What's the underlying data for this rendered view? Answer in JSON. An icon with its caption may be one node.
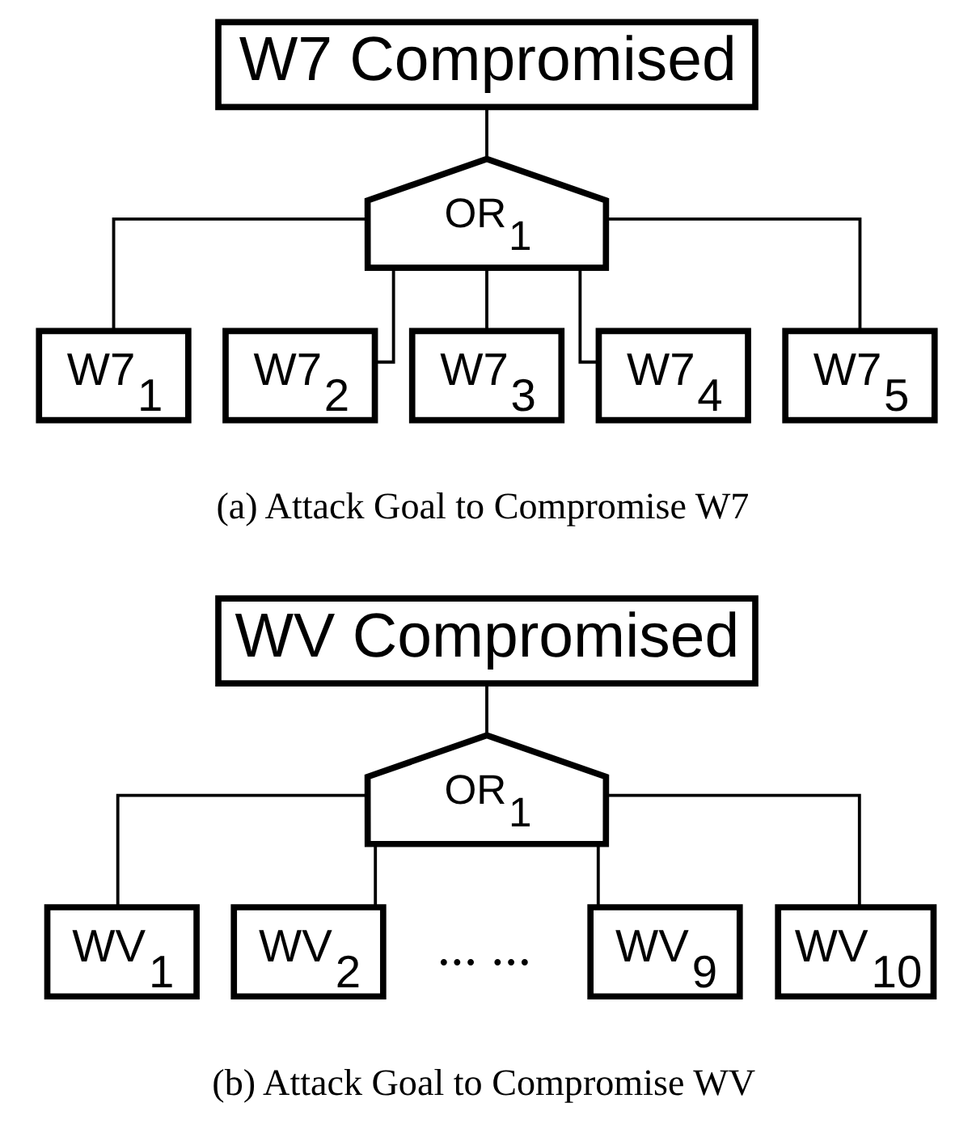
{
  "diagram": {
    "nodes": [
      {
        "text": [
          "W7 Compromised"
        ]
      },
      {
        "text": [
          "OR$_{1}$"
        ]
      },
      {
        "text": [
          "W7$_{1}$"
        ]
      },
      {
        "text": [
          "W7$_{2}$"
        ]
      },
      {
        "text": [
          "W7$_{3}$"
        ]
      },
      {
        "text": [
          "W7$_{4}$"
        ]
      },
      {
        "text": [
          "W7$_{5}$"
        ]
      },
      {
        "text": [
          "WV Compromised"
        ]
      },
      {
        "text": [
          "OR$_{1}$"
        ]
      },
      {
        "text": [
          "WV$_{1}$"
        ]
      },
      {
        "text": [
          "WV$_{2}$"
        ]
      },
      {
        "text": [
          "WV$_{9}$"
        ]
      },
      {
        "text": [
          "WV$_{10}$"
        ]
      }
    ],
    "edges": [
      {
        "from": 0,
        "to": 1,
        "arrow": "none"
      },
      {
        "from": 1,
        "to": 2,
        "arrow": "none"
      },
      {
        "from": 1,
        "to": 3,
        "arrow": "none"
      },
      {
        "from": 1,
        "to": 4,
        "arrow": "none"
      },
      {
        "from": 1,
        "to": 5,
        "arrow": "none"
      },
      {
        "from": 1,
        "to": 6,
        "arrow": "none"
      },
      {
        "from": 7,
        "to": 8,
        "arrow": "none"
      },
      {
        "from": 8,
        "to": 9,
        "arrow": "none"
      },
      {
        "from": 8,
        "to": 10,
        "arrow": "none"
      },
      {
        "from": 8,
        "to": 11,
        "arrow": "none"
      },
      {
        "from": 8,
        "to": 12,
        "arrow": "none"
      }
    ],
    "labels": [
      "(a) Attack Goal to Compromise W7",
      "... ...",
      "(b) Attack Goal to Compromise WV"
    ]
  }
}
